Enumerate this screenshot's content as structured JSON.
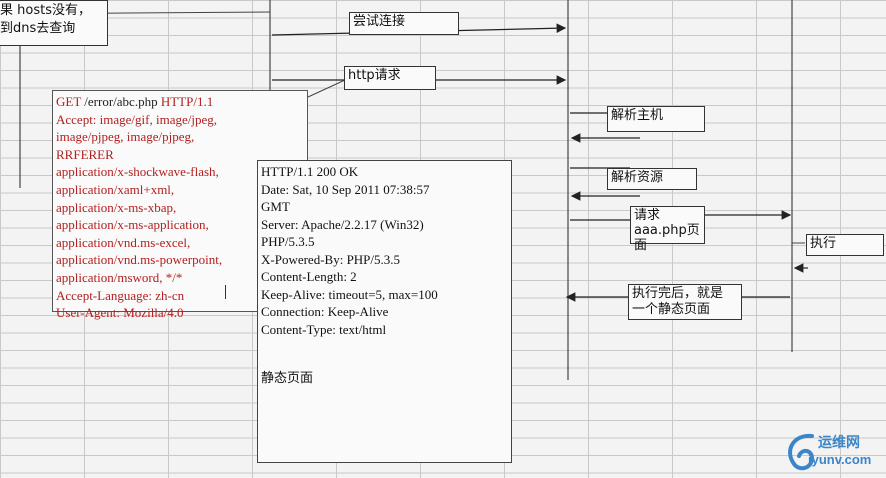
{
  "fragment_top_left": "果 hosts没有，\n到dns去查询",
  "labels": {
    "try_connect": "尝试连接",
    "http_request": "http请求",
    "resolve_host": "解析主机",
    "resolve_resource": "解析资源",
    "request_php": "请求\naaa.php页\n面",
    "execute": "执行",
    "after_exec": "执行完后，就是\n一个静态页面"
  },
  "request_lines": [
    {
      "text": "GET /error/abc.php HTTP/1.1",
      "tone": "mixed"
    },
    {
      "text": "Accept: image/gif, image/jpeg,",
      "tone": "red"
    },
    {
      "text": "image/pjpeg, image/pjpeg,",
      "tone": "red"
    },
    {
      "text": "RRFERER",
      "tone": "red"
    },
    {
      "text": "application/x-shockwave-flash,",
      "tone": "red"
    },
    {
      "text": "application/xaml+xml,",
      "tone": "red"
    },
    {
      "text": "application/x-ms-xbap,",
      "tone": "red"
    },
    {
      "text": "application/x-ms-application,",
      "tone": "red"
    },
    {
      "text": "application/vnd.ms-excel,",
      "tone": "red"
    },
    {
      "text": "application/vnd.ms-powerpoint,",
      "tone": "red"
    },
    {
      "text": "application/msword, */*",
      "tone": "red"
    },
    {
      "text": "Accept-Language: zh-cn",
      "tone": "red"
    },
    {
      "text": "User-Agent: Mozilla/4.0",
      "tone": "red"
    }
  ],
  "request_method": "GET",
  "request_path": "/error/abc.php",
  "request_proto": "HTTP/1.1",
  "response_lines": [
    "HTTP/1.1 200 OK",
    "Date: Sat, 10 Sep 2011 07:38:57",
    "GMT",
    "Server: Apache/2.2.17 (Win32)",
    "PHP/5.3.5",
    "X-Powered-By: PHP/5.3.5",
    "Content-Length: 2",
    "Keep-Alive: timeout=5, max=100",
    "Connection: Keep-Alive",
    "Content-Type: text/html"
  ],
  "response_body": "静态页面",
  "watermark": {
    "cn": "运维网",
    "en": "iyunv.com"
  }
}
